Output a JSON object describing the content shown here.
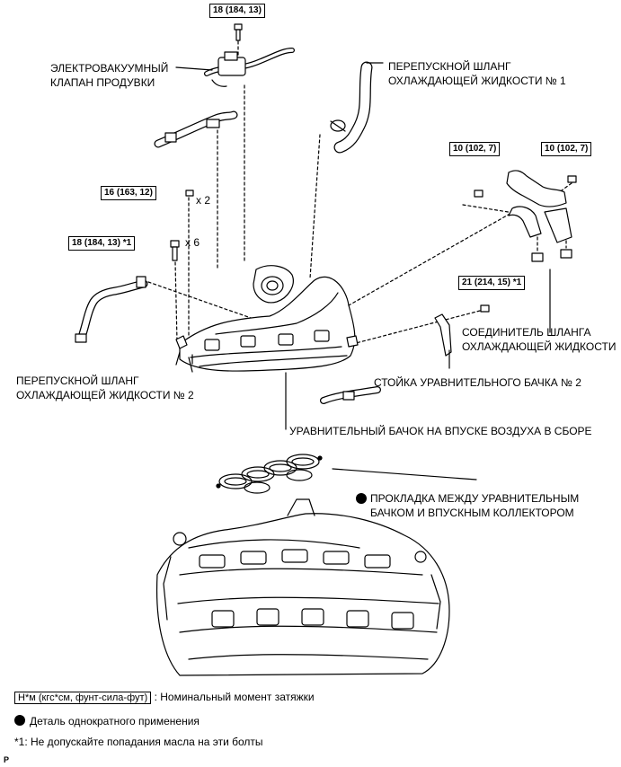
{
  "torque_specs": {
    "top": "18 (184, 13)",
    "bracket_left": "10 (102, 7)",
    "bracket_right": "10 (102, 7)",
    "left_upper": "16 (163, 12)",
    "left_lower": "18 (184, 13) *1",
    "stay": "21 (214, 15) *1"
  },
  "multipliers": {
    "x2": "x 2",
    "x6": "x 6"
  },
  "labels": {
    "vsv_line1": "ЭЛЕКТРОВАКУУМНЫЙ",
    "vsv_line2": "КЛАПАН ПРОДУВКИ",
    "hose1_line1": "ПЕРЕПУСКНОЙ ШЛАНГ",
    "hose1_line2": "ОХЛАЖДАЮЩЕЙ ЖИДКОСТИ № 1",
    "joint_line1": "СОЕДИНИТЕЛЬ ШЛАНГА",
    "joint_line2": "ОХЛАЖДАЮЩЕЙ ЖИДКОСТИ",
    "hose2_line1": "ПЕРЕПУСКНОЙ ШЛАНГ",
    "hose2_line2": "ОХЛАЖДАЮЩЕЙ ЖИДКОСТИ № 2",
    "stay": "СТОЙКА УРАВНИТЕЛЬНОГО БАЧКА № 2",
    "plenum": "УРАВНИТЕЛЬНЫЙ БАЧОК НА ВПУСКЕ ВОЗДУХА В СБОРЕ",
    "gasket_line1": "ПРОКЛАДКА МЕЖДУ УРАВНИТЕЛЬНЫМ",
    "gasket_line2": "БАЧКОМ И ВПУСКНЫМ КОЛЛЕКТОРОМ"
  },
  "legend": {
    "unit_box": "Н*м (кгс*см, фунт-сила-фут)",
    "unit_desc": ": Номинальный момент затяжки",
    "nonreusable": "Деталь однократного применения",
    "note": "*1: Не допускайте попадания масла на эти болты"
  },
  "corner_mark": "P"
}
